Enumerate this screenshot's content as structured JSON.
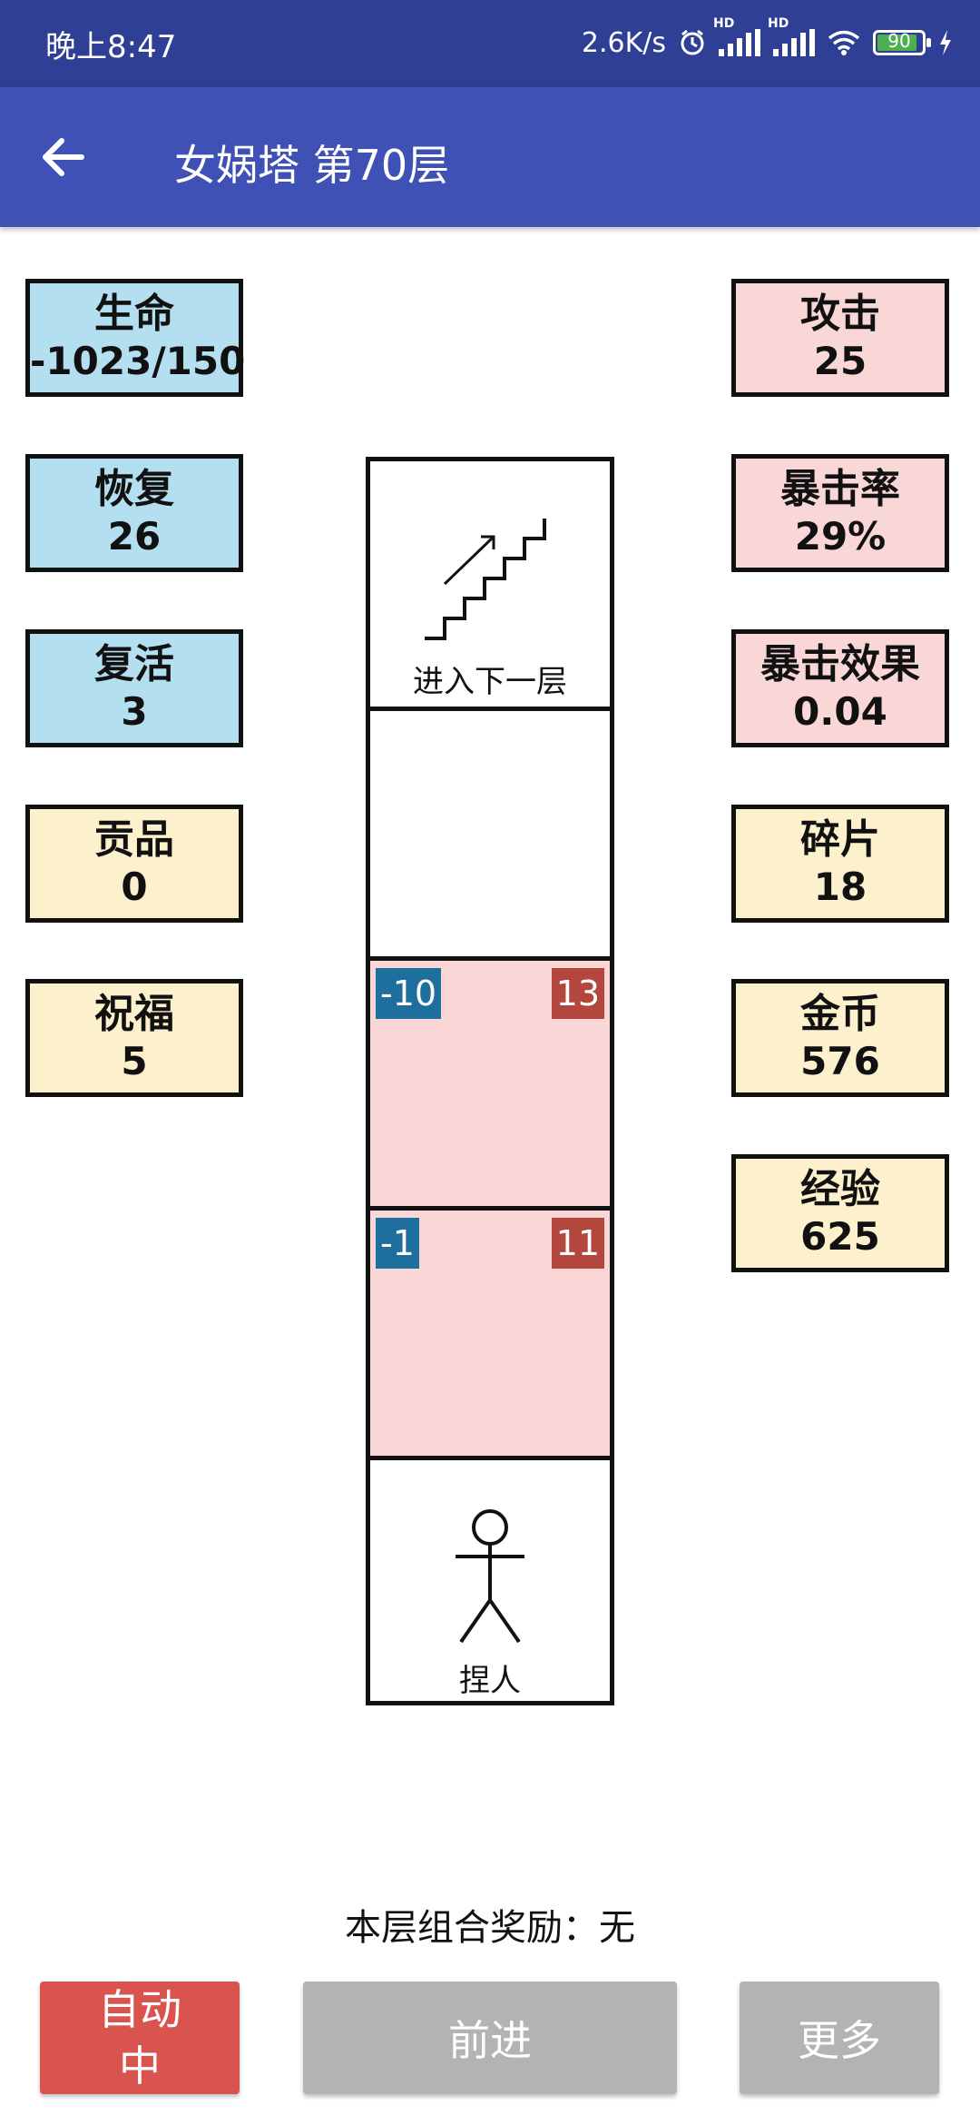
{
  "status_bar": {
    "time": "晚上8:47",
    "net_speed": "2.6K/s",
    "battery": "90",
    "battery_level": 0.9,
    "hd": "HD"
  },
  "app_bar": {
    "title": "女娲塔 第70层",
    "back_icon": "arrow-left-icon"
  },
  "left_stats": [
    {
      "label": "生命",
      "value": "-1023/150",
      "color": "#b3dff0"
    },
    {
      "label": "恢复",
      "value": "26",
      "color": "#b3dff0"
    },
    {
      "label": "复活",
      "value": "3",
      "color": "#b3dff0"
    },
    {
      "label": "贡品",
      "value": "0",
      "color": "#fdf1cd"
    },
    {
      "label": "祝福",
      "value": "5",
      "color": "#fdf1cd"
    }
  ],
  "right_stats": [
    {
      "label": "攻击",
      "value": "25",
      "color": "#f8d7d6"
    },
    {
      "label": "暴击率",
      "value": "29%",
      "color": "#f8d7d6"
    },
    {
      "label": "暴击效果",
      "value": "0.04",
      "color": "#f8d7d6"
    },
    {
      "label": "碎片",
      "value": "18",
      "color": "#fdf1cd"
    },
    {
      "label": "金币",
      "value": "576",
      "color": "#fdf1cd"
    },
    {
      "label": "经验",
      "value": "625",
      "color": "#fdf1cd"
    }
  ],
  "tower": {
    "exit_cell": {
      "caption": "进入下一层",
      "icon": "stairs-icon"
    },
    "enemies": [
      {
        "attack": "-10",
        "hp": "13"
      },
      {
        "attack": "-1",
        "hp": "11"
      }
    ],
    "player_cell": {
      "caption": "捏人",
      "icon": "stick-figure-icon"
    }
  },
  "combo_reward": "本层组合奖励：无",
  "buttons": {
    "auto": "自动\n中",
    "forward": "前进",
    "more": "更多"
  },
  "colors": {
    "status_bar": "#2f3f96",
    "app_bar": "#3f51b5",
    "auto_button": "#d9534f",
    "disabled_button": "#b3b3b3",
    "attack_badge": "#1f6f9e",
    "hp_badge": "#b3473e"
  }
}
